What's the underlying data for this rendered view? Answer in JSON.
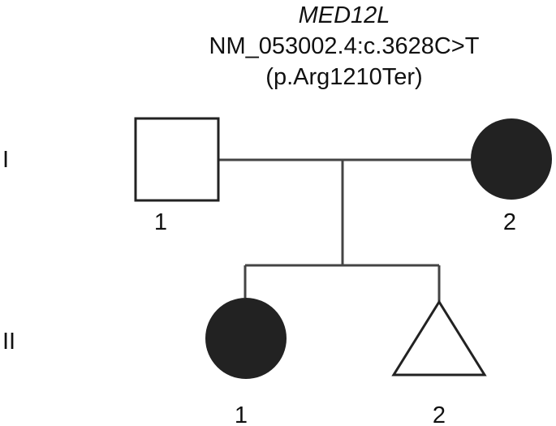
{
  "title": {
    "gene": "MED12L",
    "variant": "NM_053002.4:c.3628C>T",
    "protein": "(p.Arg1210Ter)"
  },
  "generations": [
    {
      "label": "I",
      "individuals": [
        {
          "number": "1",
          "shape": "square",
          "affected": false
        },
        {
          "number": "2",
          "shape": "circle",
          "affected": true
        }
      ]
    },
    {
      "label": "II",
      "individuals": [
        {
          "number": "1",
          "shape": "circle",
          "affected": true
        },
        {
          "number": "2",
          "shape": "triangle",
          "affected": false
        }
      ]
    }
  ],
  "colors": {
    "affected": "#222222",
    "line": "#444444"
  }
}
